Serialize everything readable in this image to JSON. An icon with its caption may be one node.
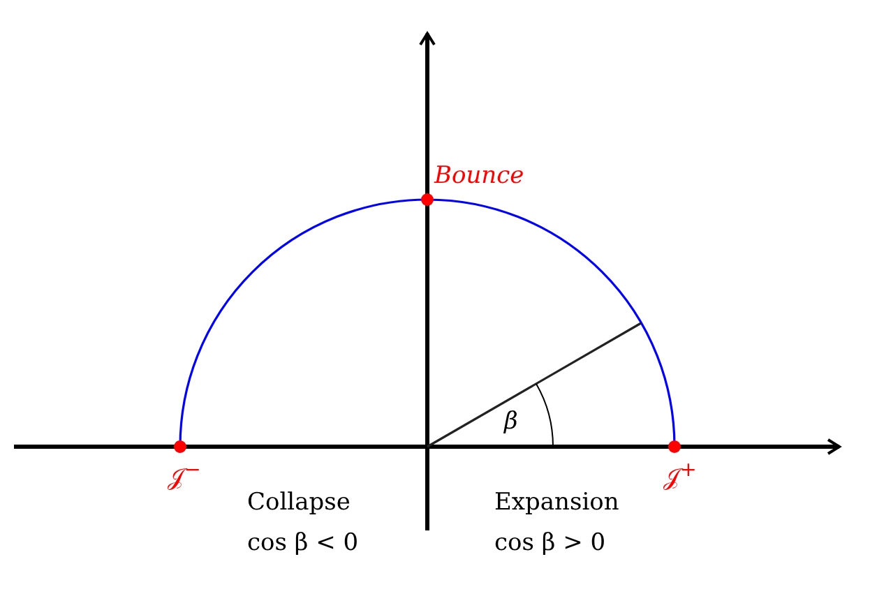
{
  "diagram": {
    "labels": [
      "Bounce",
      "𝒥$^{−}$",
      "𝒥$^{+}$",
      "β",
      "Collapse",
      "cos β < 0",
      "Expansion",
      "cos β > 0"
    ]
  }
}
